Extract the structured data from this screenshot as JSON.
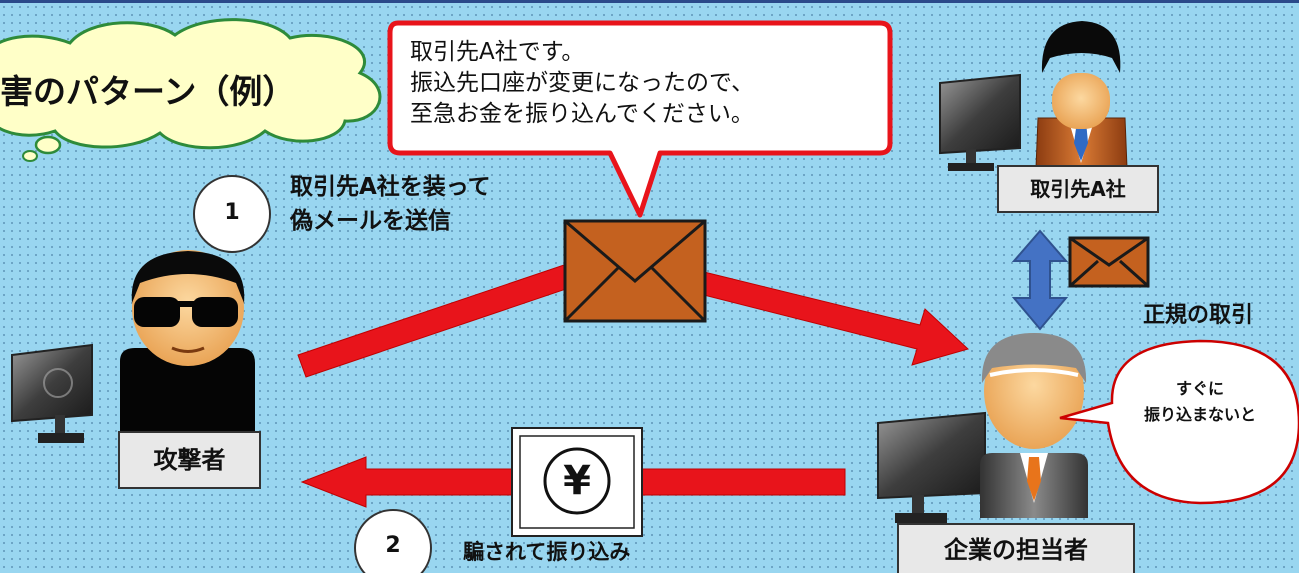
{
  "title": "害のパターン（例）",
  "speech_bubble": {
    "lines": [
      "取引先A社です。",
      "振込先口座が変更になったので、",
      "至急お金を振り込んでください。"
    ]
  },
  "steps": [
    {
      "number": "1",
      "lines": [
        "取引先A社を装って",
        "偽メールを送信"
      ]
    },
    {
      "number": "2",
      "lines": [
        "騙されて振り込み"
      ]
    }
  ],
  "actors": {
    "partner": "取引先A社",
    "attacker": "攻撃者",
    "staff": "企業の担当者"
  },
  "legit_label": "正規の取引",
  "staff_bubble": {
    "lines": [
      "すぐに",
      "振り込まないと"
    ]
  },
  "yen_symbol": "¥",
  "colors": {
    "background": "#99d6f0",
    "arrow_red": "#e8141b",
    "envelope": "#c4611f",
    "double_arrow": "#4472c4",
    "bubble_border": "#cc0000"
  }
}
